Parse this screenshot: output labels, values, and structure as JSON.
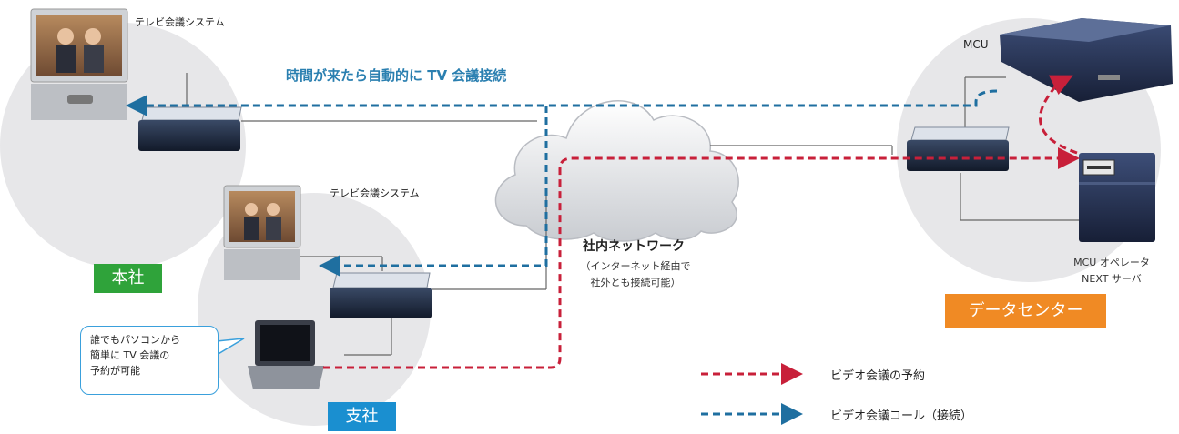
{
  "labels": {
    "tv_system_top": "テレビ会議システム",
    "tv_system_bottom": "テレビ会議システム",
    "headline": "時間が来たら自動的に TV 会議接続",
    "mcu": "MCU",
    "network_title": "社内ネットワーク",
    "network_note_line1": "（インターネット経由で",
    "network_note_line2": "社外とも接続可能）",
    "server_line1": "MCU オペレータ",
    "server_line2": "NEXT サーバ"
  },
  "badges": {
    "honsha": "本社",
    "shisha": "支社",
    "datacenter": "データセンター"
  },
  "callout": {
    "line1": "誰でもパソコンから",
    "line2": "簡単に TV 会議の",
    "line3": "予約が可能"
  },
  "legend": {
    "reservation": "ビデオ会議の予約",
    "call": "ビデオ会議コール（接続）"
  },
  "colors": {
    "reservation_line": "#c8203a",
    "call_line": "#1f6fa0",
    "honsha_badge": "#2fa33a",
    "shisha_badge": "#1a8fd0",
    "datacenter_badge": "#f08a24"
  }
}
